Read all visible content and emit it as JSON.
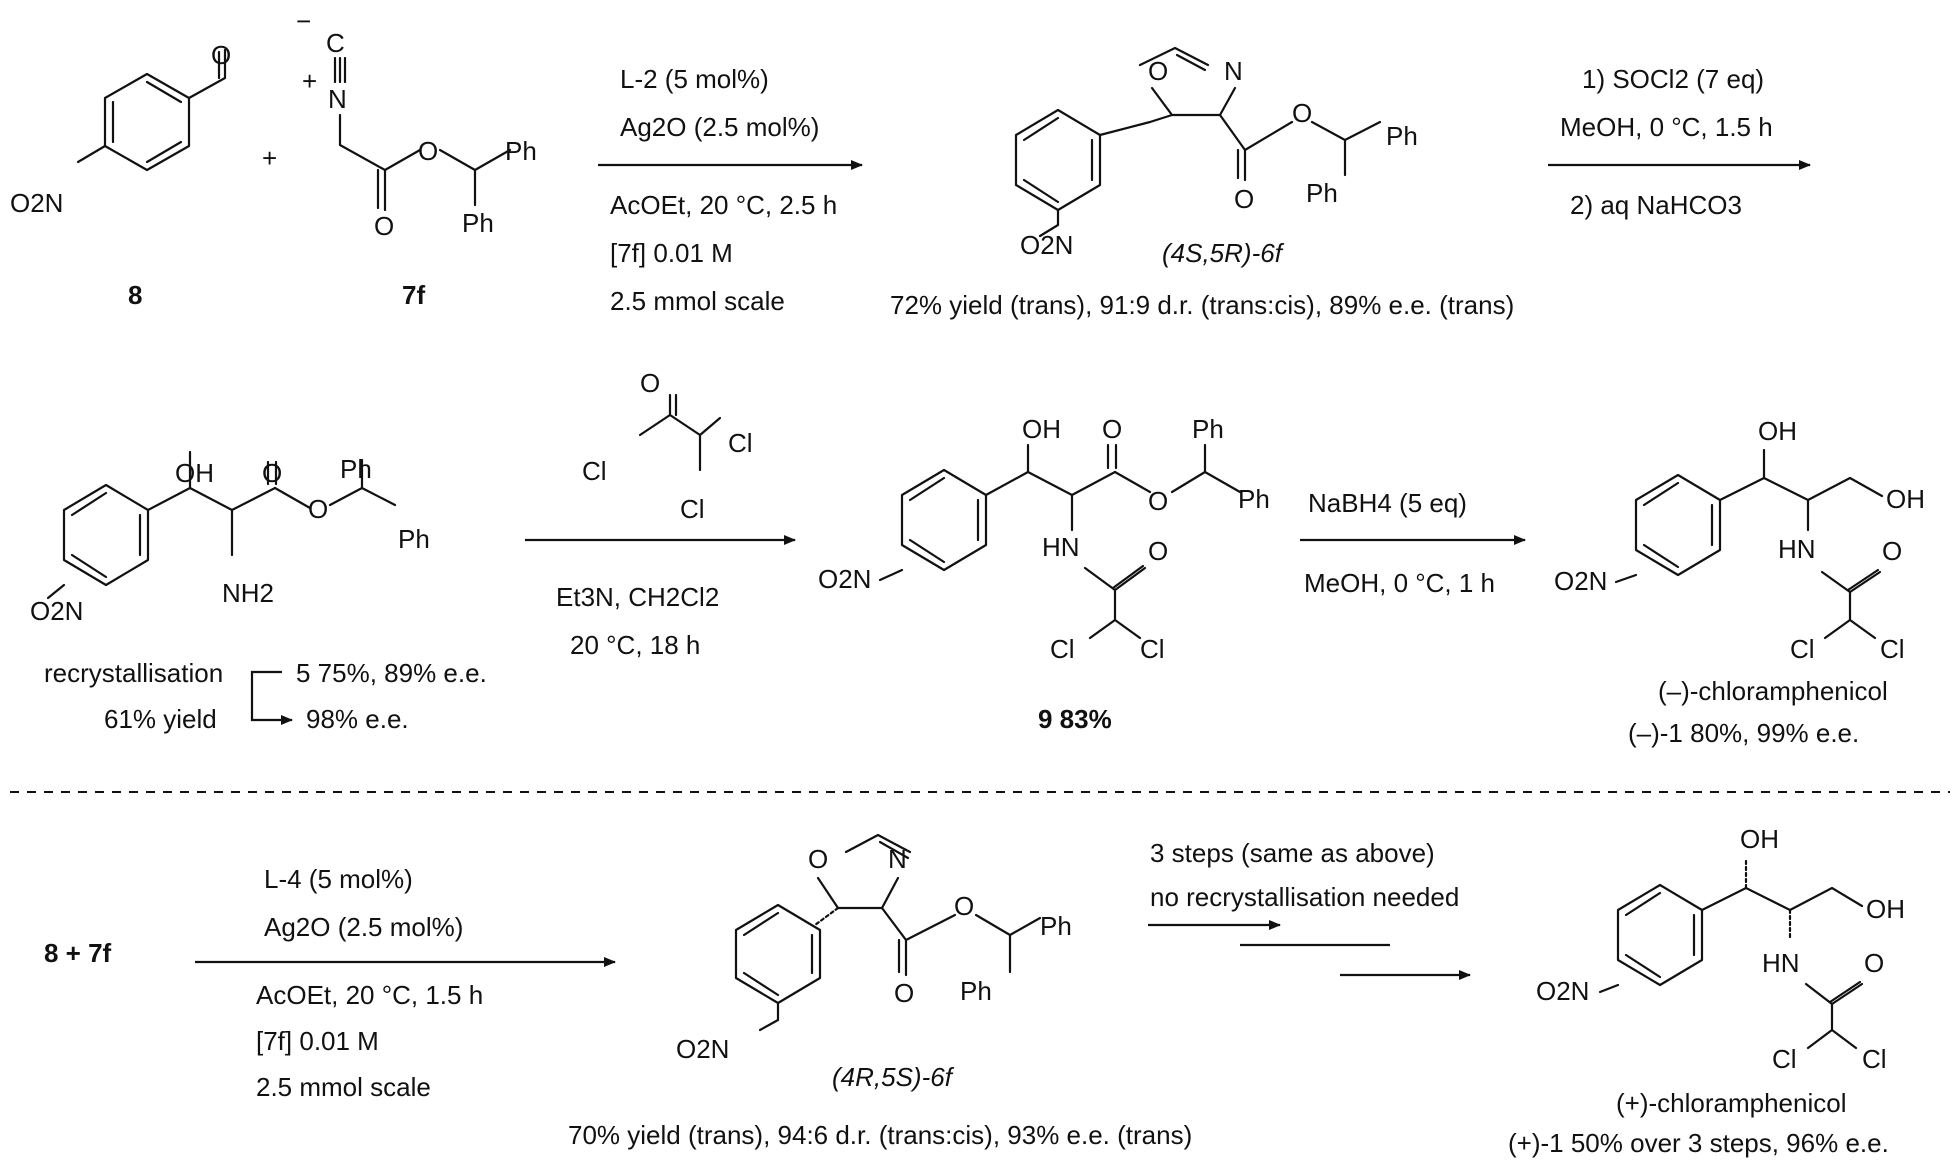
{
  "reagents": {
    "step1": {
      "catalyst": "L-2 (5 mol%)",
      "silver": "Ag2O (2.5 mol%)",
      "solvent": "AcOEt, 20 °C, 2.5 h",
      "conc": "[7f] 0.01 M",
      "scale": "2.5 mmol scale"
    },
    "step2": {
      "line1": "1) SOCl2 (7 eq)",
      "line2": "MeOH, 0 °C, 1.5 h",
      "line3": "2) aq NaHCO3"
    },
    "step3": {
      "acyl_chloride_atoms": [
        "O",
        "Cl",
        "Cl",
        "Cl"
      ],
      "line1": "Et3N, CH2Cl2",
      "line2": "20 °C, 18 h"
    },
    "step4": {
      "line1": "NaBH4 (5 eq)",
      "line2": "MeOH, 0 °C, 1 h"
    },
    "step5": {
      "catalyst": "L-4 (5 mol%)",
      "silver": "Ag2O (2.5 mol%)",
      "solvent": "AcOEt, 20 °C, 1.5 h",
      "conc": "[7f] 0.01 M",
      "scale": "2.5 mmol scale"
    },
    "step6": {
      "line1": "3 steps (same as above)",
      "line2": "no recrystallisation needed"
    }
  },
  "compounds": {
    "c8": {
      "label": "8",
      "no2": "O2N",
      "o": "O"
    },
    "c7f": {
      "label": "7f",
      "atoms": [
        "C",
        "N",
        "O",
        "O",
        "Ph",
        "Ph"
      ],
      "charges": [
        "−",
        "+"
      ]
    },
    "plus": "+",
    "c6f_trans": {
      "stereo": "(4S,5R)-6f",
      "result": "72% yield (trans), 91:9 d.r. (trans:cis), 89% e.e. (trans)",
      "atoms": [
        "O",
        "N",
        "O",
        "O",
        "Ph",
        "Ph",
        "O2N"
      ]
    },
    "c5": {
      "atoms": [
        "OH",
        "O",
        "O",
        "Ph",
        "Ph",
        "NH2",
        "O2N"
      ],
      "recryst_label": "recrystallisation",
      "recryst_yield": "61% yield",
      "before": "5 75%, 89% e.e.",
      "after": "98% e.e."
    },
    "c9": {
      "label": "9 83%",
      "atoms": [
        "OH",
        "O",
        "O",
        "Ph",
        "Ph",
        "HN",
        "O",
        "Cl",
        "Cl",
        "O2N"
      ]
    },
    "c1_minus": {
      "name": "(–)-chloramphenicol",
      "result": "(–)-1 80%, 99% e.e.",
      "atoms": [
        "OH",
        "OH",
        "HN",
        "O",
        "Cl",
        "Cl",
        "O2N"
      ]
    },
    "start2": "8 + 7f",
    "c6f_cis": {
      "stereo": "(4R,5S)-6f",
      "result": "70% yield (trans), 94:6 d.r. (trans:cis), 93% e.e. (trans)",
      "atoms": [
        "O",
        "N",
        "O",
        "O",
        "Ph",
        "Ph",
        "O2N"
      ]
    },
    "c1_plus": {
      "name": "(+)-chloramphenicol",
      "result": "(+)-1 50% over 3 steps, 96% e.e.",
      "atoms": [
        "OH",
        "OH",
        "HN",
        "O",
        "Cl",
        "Cl",
        "O2N"
      ]
    }
  }
}
